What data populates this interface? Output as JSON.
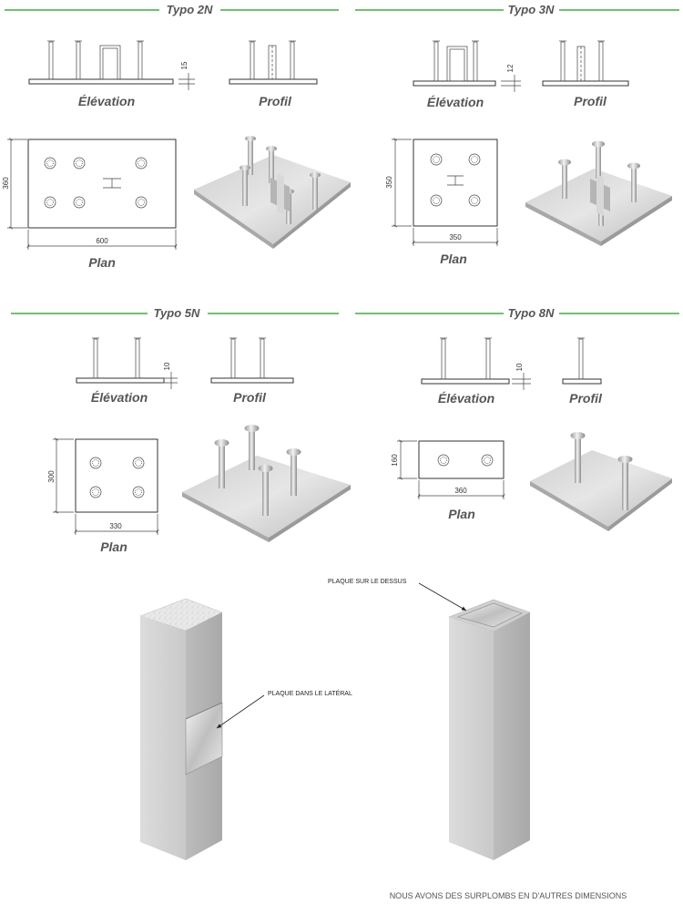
{
  "colors": {
    "rule": "#3fae3f",
    "text": "#555555",
    "plate": "#d4d4d4"
  },
  "typos": [
    {
      "title": "Typo 2N",
      "elevation": "Élévation",
      "profile": "Profil",
      "plan": "Plan",
      "thickness": "15",
      "width": "600",
      "height": "360"
    },
    {
      "title": "Typo 3N",
      "elevation": "Élévation",
      "profile": "Profil",
      "plan": "Plan",
      "thickness": "12",
      "width": "350",
      "height": "350"
    },
    {
      "title": "Typo 5N",
      "elevation": "Élévation",
      "profile": "Profil",
      "plan": "Plan",
      "thickness": "10",
      "width": "330",
      "height": "300"
    },
    {
      "title": "Typo 8N",
      "elevation": "Élévation",
      "profile": "Profil",
      "plan": "Plan",
      "thickness": "10",
      "width": "360",
      "height": "160"
    }
  ],
  "columns": {
    "side_plate_label": "PLAQUE DANS LE LATÉRAL",
    "top_plate_label": "PLAQUE SUR LE DESSUS"
  },
  "footer": "NOUS AVONS DES SURPLOMBS EN D'AUTRES DIMENSIONS"
}
